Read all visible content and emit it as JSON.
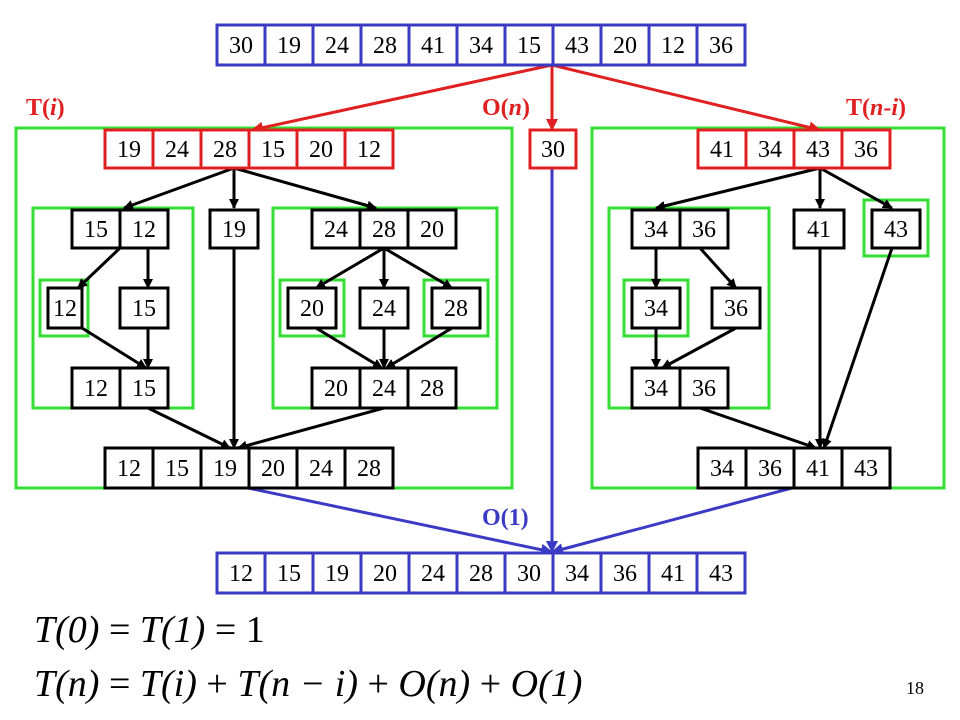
{
  "colors": {
    "red": "#e02020",
    "blue": "#3a3ac4",
    "green": "#33dd33",
    "black": "#000000"
  },
  "arrays": {
    "input": [
      "30",
      "19",
      "24",
      "28",
      "41",
      "34",
      "15",
      "43",
      "20",
      "12",
      "36"
    ],
    "left": [
      "19",
      "24",
      "28",
      "15",
      "20",
      "12"
    ],
    "pivot": [
      "30"
    ],
    "right": [
      "41",
      "34",
      "43",
      "36"
    ],
    "l_small": [
      "15",
      "12"
    ],
    "l_pivot": [
      "19"
    ],
    "l_big": [
      "24",
      "28",
      "20"
    ],
    "l_s_a": [
      "12"
    ],
    "l_s_b": [
      "15"
    ],
    "l_s_out": [
      "12",
      "15"
    ],
    "l_b_a": [
      "20"
    ],
    "l_b_b": [
      "24"
    ],
    "l_b_c": [
      "28"
    ],
    "l_b_out": [
      "20",
      "24",
      "28"
    ],
    "left_out": [
      "12",
      "15",
      "19",
      "20",
      "24",
      "28"
    ],
    "r_small": [
      "34",
      "36"
    ],
    "r_pivot": [
      "41"
    ],
    "r_big": [
      "43"
    ],
    "r_s_a": [
      "34"
    ],
    "r_s_b": [
      "36"
    ],
    "r_s_out": [
      "34",
      "36"
    ],
    "right_out": [
      "34",
      "36",
      "41",
      "43"
    ],
    "output": [
      "12",
      "15",
      "19",
      "20",
      "24",
      "28",
      "30",
      "34",
      "36",
      "41",
      "43"
    ]
  },
  "labels": {
    "t_i": {
      "prefix": "T(",
      "var": "i",
      "suffix": ")"
    },
    "o_n": {
      "prefix": "O(",
      "var": "n",
      "suffix": ")"
    },
    "t_n_i": {
      "prefix": "T(",
      "var": "n",
      "mid": "-",
      "var2": "i",
      "suffix": ")"
    },
    "o_1": "O(1)"
  },
  "equations": {
    "eq1": {
      "t0": "T(0)",
      "eq": " = ",
      "t1": "T(1)",
      "eq2": " = ",
      "one": "1"
    },
    "eq2": {
      "tn": "T(n)",
      "eq": " = ",
      "ti": "T(i)",
      "plus1": " + ",
      "tni": "T(n − i)",
      "plus2": " + ",
      "on": "O(n)",
      "plus3": " + ",
      "o1": "O(1)"
    }
  },
  "slide_number": "18"
}
